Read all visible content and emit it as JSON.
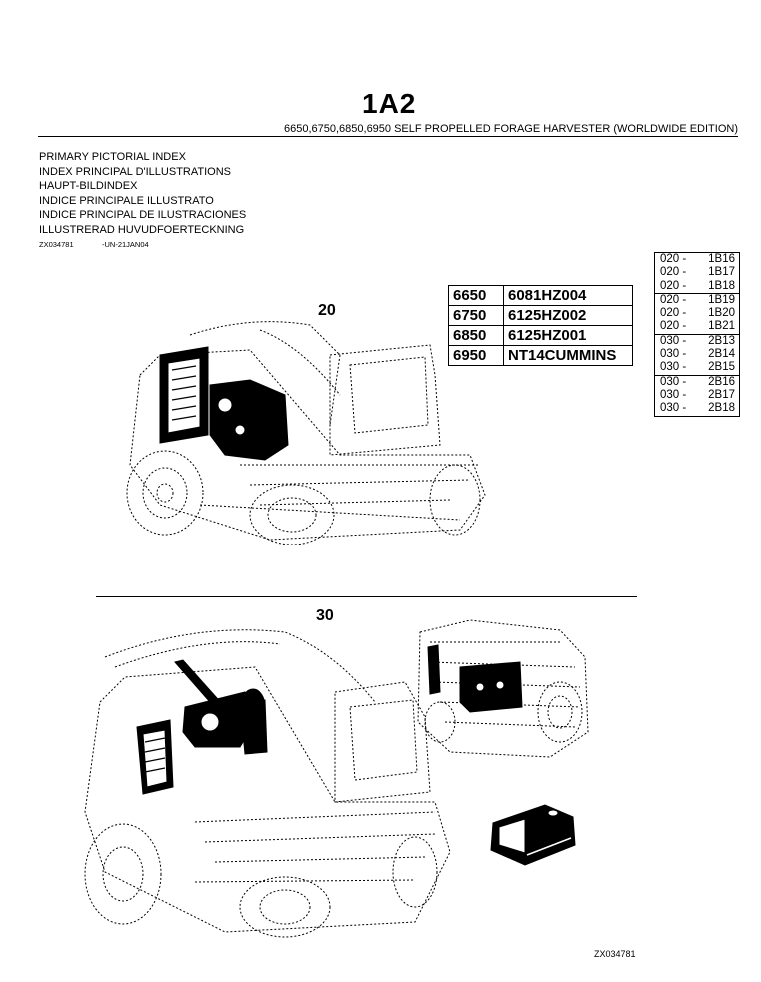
{
  "header": {
    "page_code": "1A2",
    "subtitle": "6650,6750,6850,6950 SELF PROPELLED FORAGE HARVESTER (WORLDWIDE EDITION)"
  },
  "index_titles": [
    "PRIMARY PICTORIAL INDEX",
    "INDEX PRINCIPAL D'ILLUSTRATIONS",
    "HAUPT-BILDINDEX",
    "INDICE PRINCIPALE ILLUSTRATO",
    "INDICE PRINCIPAL DE ILUSTRACIONES",
    "ILLUSTRERAD HUVUDFOERTECKNING"
  ],
  "reference": {
    "code": "ZX034781",
    "date": "-UN-21JAN04"
  },
  "models": [
    {
      "model": "6650",
      "engine": "6081HZ004"
    },
    {
      "model": "6750",
      "engine": "6125HZ002"
    },
    {
      "model": "6850",
      "engine": "6125HZ001"
    },
    {
      "model": "6950",
      "engine": "NT14CUMMINS"
    }
  ],
  "page_codes": [
    {
      "prefix": "020 -",
      "code": "1B16"
    },
    {
      "prefix": "020 -",
      "code": "1B17"
    },
    {
      "prefix": "020 -",
      "code": "1B18"
    },
    {
      "prefix": "020 -",
      "code": "1B19"
    },
    {
      "prefix": "020 -",
      "code": "1B20"
    },
    {
      "prefix": "020 -",
      "code": "1B21"
    },
    {
      "prefix": "030 -",
      "code": "2B13"
    },
    {
      "prefix": "030 -",
      "code": "2B14"
    },
    {
      "prefix": "030 -",
      "code": "2B15"
    },
    {
      "prefix": "030 -",
      "code": "2B16"
    },
    {
      "prefix": "030 -",
      "code": "2B17"
    },
    {
      "prefix": "030 -",
      "code": "2B18"
    }
  ],
  "sections": {
    "section_20": "20",
    "section_30": "30"
  },
  "footer": {
    "figure_code": "ZX034781"
  }
}
